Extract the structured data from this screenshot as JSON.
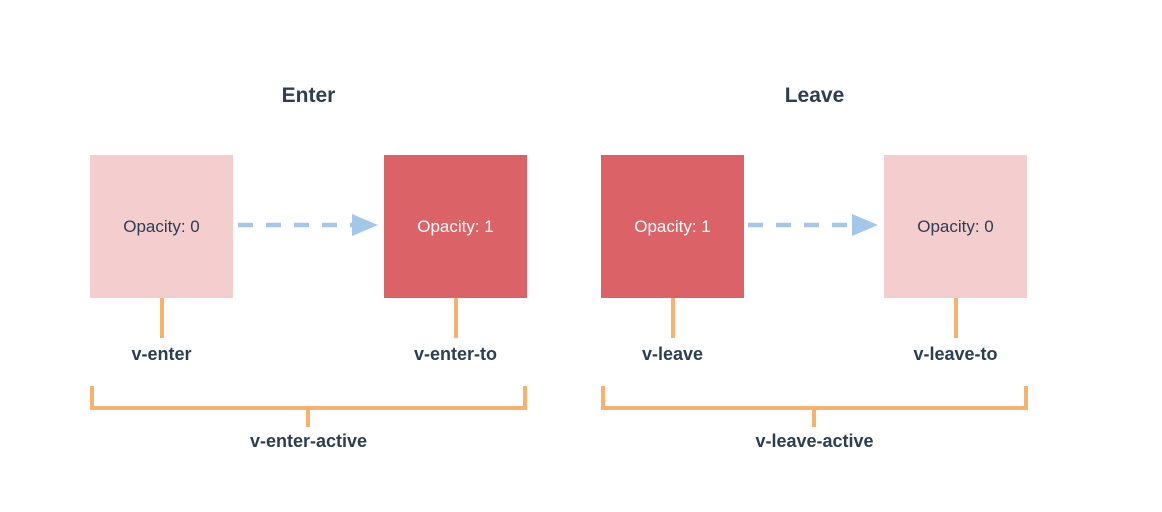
{
  "colors": {
    "pink": "#f4cdce",
    "red": "#db6367",
    "arrow_blue": "#a3c6e9",
    "orange": "#f8b26d",
    "text_dark": "#2c3e50",
    "text_light": "#ffffff",
    "canvas_bg": "#ffffff"
  },
  "diagram": {
    "groups": [
      {
        "title": "Enter",
        "from_box": {
          "label": "Opacity: 0",
          "variant": "pink"
        },
        "to_box": {
          "label": "Opacity: 1",
          "variant": "red"
        },
        "from_class": "v-enter",
        "to_class": "v-enter-to",
        "active_class": "v-enter-active"
      },
      {
        "title": "Leave",
        "from_box": {
          "label": "Opacity: 1",
          "variant": "red"
        },
        "to_box": {
          "label": "Opacity: 0",
          "variant": "pink"
        },
        "from_class": "v-leave",
        "to_class": "v-leave-to",
        "active_class": "v-leave-active"
      }
    ]
  }
}
